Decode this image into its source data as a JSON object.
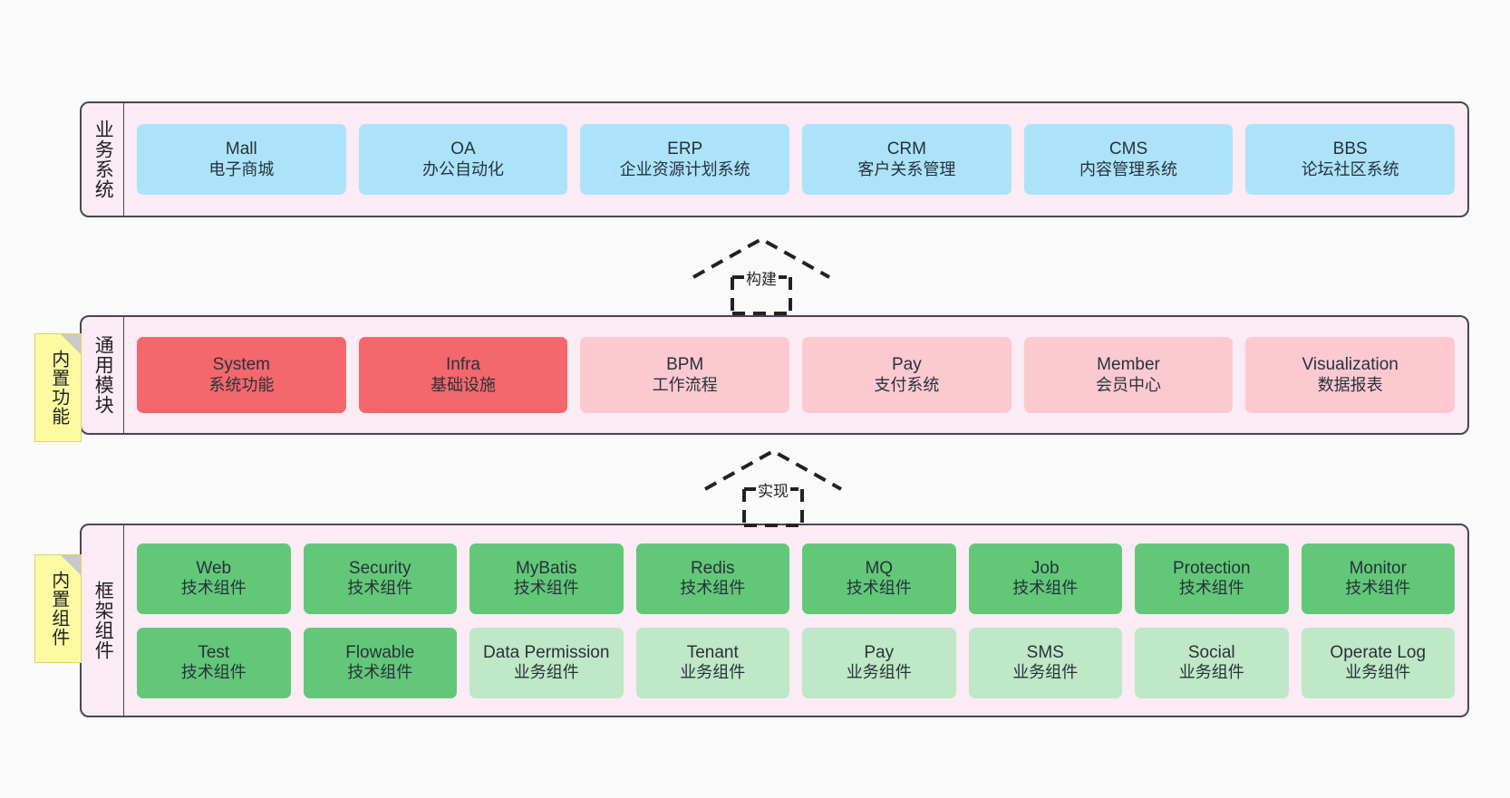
{
  "diagram": {
    "background_color": "#fafafa",
    "panel_color": "#faebf4",
    "panel_border_color": "#4b4453",
    "sticky_color": "#fcfba2"
  },
  "layers": [
    {
      "id": "business",
      "label": "业务系统",
      "nodes": [
        {
          "title": "Mall",
          "sub": "电子商城",
          "color": "#ace3fb"
        },
        {
          "title": "OA",
          "sub": "办公自动化",
          "color": "#ace3fb"
        },
        {
          "title": "ERP",
          "sub": "企业资源计划系统",
          "color": "#ace3fb"
        },
        {
          "title": "CRM",
          "sub": "客户关系管理",
          "color": "#ace3fb"
        },
        {
          "title": "CMS",
          "sub": "内容管理系统",
          "color": "#ace3fb"
        },
        {
          "title": "BBS",
          "sub": "论坛社区系统",
          "color": "#ace3fb"
        }
      ]
    },
    {
      "id": "modules",
      "label": "通用模块",
      "sticky": "内置功能",
      "nodes": [
        {
          "title": "System",
          "sub": "系统功能",
          "color": "#f4676c"
        },
        {
          "title": "Infra",
          "sub": "基础设施",
          "color": "#f4676c"
        },
        {
          "title": "BPM",
          "sub": "工作流程",
          "color": "#fcc9d1"
        },
        {
          "title": "Pay",
          "sub": "支付系统",
          "color": "#fcc9d1"
        },
        {
          "title": "Member",
          "sub": "会员中心",
          "color": "#fcc9d1"
        },
        {
          "title": "Visualization",
          "sub": "数据报表",
          "color": "#fcc9d1"
        }
      ]
    },
    {
      "id": "framework",
      "label": "框架组件",
      "sticky": "内置组件",
      "row1": [
        {
          "title": "Web",
          "sub": "技术组件",
          "color": "#62c878"
        },
        {
          "title": "Security",
          "sub": "技术组件",
          "color": "#62c878"
        },
        {
          "title": "MyBatis",
          "sub": "技术组件",
          "color": "#62c878"
        },
        {
          "title": "Redis",
          "sub": "技术组件",
          "color": "#62c878"
        },
        {
          "title": "MQ",
          "sub": "技术组件",
          "color": "#62c878"
        },
        {
          "title": "Job",
          "sub": "技术组件",
          "color": "#62c878"
        },
        {
          "title": "Protection",
          "sub": "技术组件",
          "color": "#62c878"
        },
        {
          "title": "Monitor",
          "sub": "技术组件",
          "color": "#62c878"
        }
      ],
      "row2": [
        {
          "title": "Test",
          "sub": "技术组件",
          "color": "#62c878"
        },
        {
          "title": "Flowable",
          "sub": "技术组件",
          "color": "#62c878"
        },
        {
          "title": "Data Permission",
          "sub": "业务组件",
          "color": "#bfe8c6"
        },
        {
          "title": "Tenant",
          "sub": "业务组件",
          "color": "#bfe8c6"
        },
        {
          "title": "Pay",
          "sub": "业务组件",
          "color": "#bfe8c6"
        },
        {
          "title": "SMS",
          "sub": "业务组件",
          "color": "#bfe8c6"
        },
        {
          "title": "Social",
          "sub": "业务组件",
          "color": "#bfe8c6"
        },
        {
          "title": "Operate Log",
          "sub": "业务组件",
          "color": "#bfe8c6"
        }
      ]
    }
  ],
  "arrows": [
    {
      "id": "build",
      "label": "构建"
    },
    {
      "id": "realize",
      "label": "实现"
    }
  ]
}
